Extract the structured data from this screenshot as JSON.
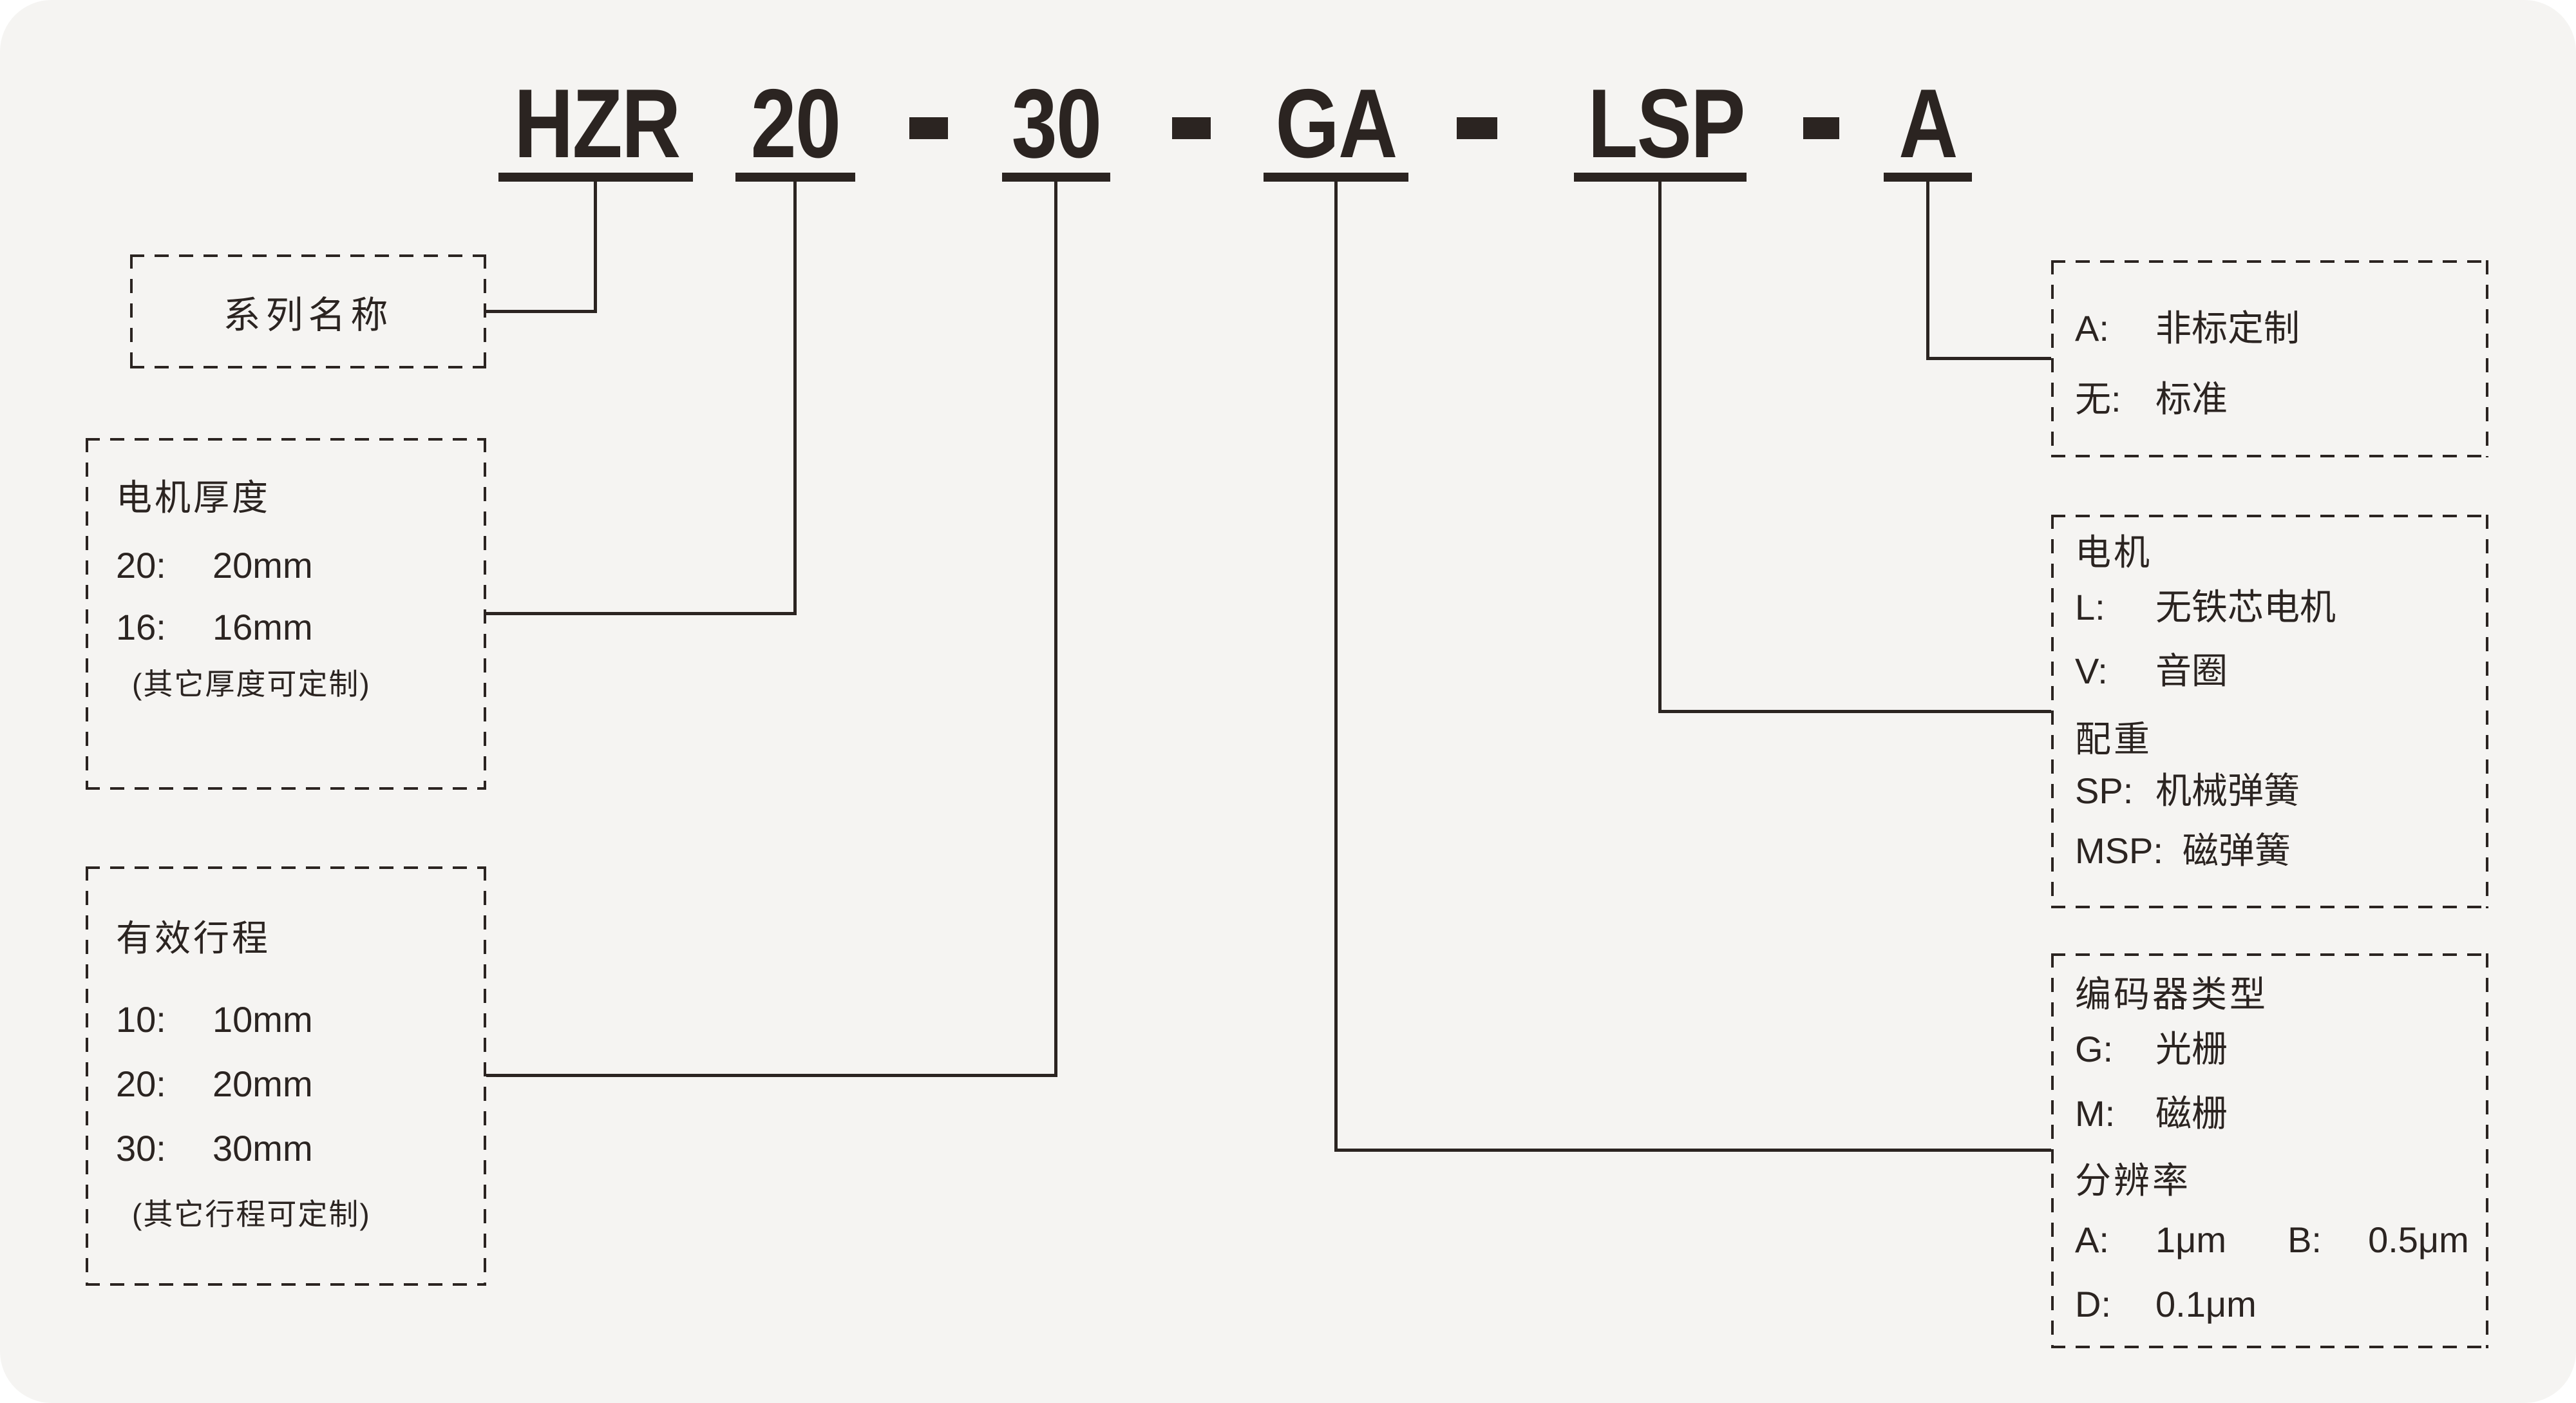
{
  "colors": {
    "ink": "#2b2421",
    "canvas_background": "#f5f4f2",
    "page_background": "#ffffff"
  },
  "title": {
    "separator": "-",
    "segments": [
      {
        "label": "HZR"
      },
      {
        "label": "20"
      },
      {
        "label": "30"
      },
      {
        "label": "GA"
      },
      {
        "label": "LSP"
      },
      {
        "label": "A"
      }
    ]
  },
  "boxes": {
    "series": {
      "label": "系列名称"
    },
    "thickness": {
      "title": "电机厚度",
      "items": [
        {
          "code": "20:",
          "desc": "20mm"
        },
        {
          "code": "16:",
          "desc": "16mm"
        }
      ],
      "note": "(其它厚度可定制)"
    },
    "stroke": {
      "title": "有效行程",
      "items": [
        {
          "code": "10:",
          "desc": "10mm"
        },
        {
          "code": "20:",
          "desc": "20mm"
        },
        {
          "code": "30:",
          "desc": "30mm"
        }
      ],
      "note": "(其它行程可定制)"
    },
    "custom": {
      "items": [
        {
          "code": "A:",
          "desc": "非标定制"
        },
        {
          "code": "无:",
          "desc": "标准"
        }
      ]
    },
    "motor": {
      "title": "电机",
      "items": [
        {
          "code": "L:",
          "desc": "无铁芯电机"
        },
        {
          "code": "V:",
          "desc": "音圈"
        }
      ],
      "subtitle": "配重",
      "sub_items": [
        {
          "code": "SP:",
          "desc": "机械弹簧"
        },
        {
          "code": "MSP:",
          "desc": "磁弹簧"
        }
      ]
    },
    "encoder": {
      "title": "编码器类型",
      "items": [
        {
          "code": "G:",
          "desc": "光栅"
        },
        {
          "code": "M:",
          "desc": "磁栅"
        }
      ],
      "subtitle": "分辨率",
      "res_items": [
        {
          "code": "A:",
          "desc": "1μm",
          "code2": "B:",
          "desc2": "0.5μm"
        },
        {
          "code": "D:",
          "desc": "0.1μm"
        }
      ]
    }
  }
}
